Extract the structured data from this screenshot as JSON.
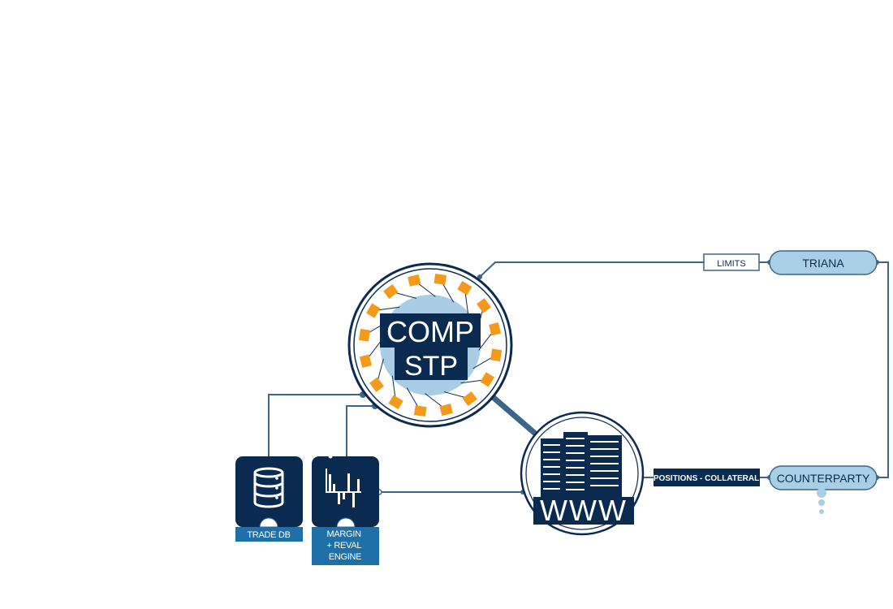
{
  "colors": {
    "navy": "#0b2a4f",
    "line": "#3d6489",
    "accent_blue": "#1f6fa8",
    "light_blue": "#a8cde4",
    "pill_fill": "#a9cfe6",
    "orange": "#f39a1a"
  },
  "hub": {
    "line1": "COMP",
    "line2": "STP"
  },
  "labels": {
    "limits": "LIMITS",
    "positions": "POSITIONS - COLLATERAL"
  },
  "pills": {
    "triana": "TRIANA",
    "counterparty": "COUNTERPARTY"
  },
  "web": {
    "caption": "WWW"
  },
  "tiles": {
    "trade_db": "TRADE DB",
    "margin": [
      "MARGIN",
      "+ REVAL",
      "ENGINE"
    ]
  },
  "icons": {
    "trade_db": "database-icon",
    "margin": "chart-bars-icon",
    "web": "server-rack-icon"
  }
}
